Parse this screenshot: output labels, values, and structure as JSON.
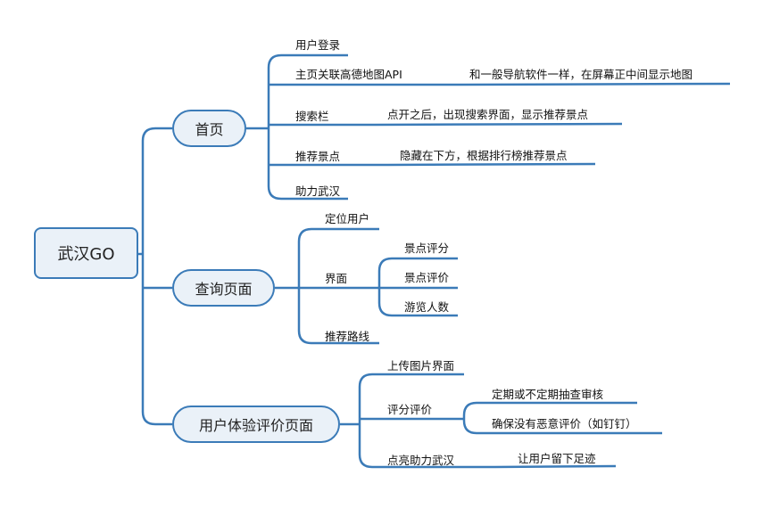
{
  "root": "武汉GO",
  "branches": {
    "home": {
      "label": "首页",
      "children": {
        "login": "用户登录",
        "map": "主页关联高德地图API",
        "map_note": "和一般导航软件一样，在屏幕正中间显示地图",
        "search": "搜索栏",
        "search_note": "点开之后，出现搜索界面，显示推荐景点",
        "recommend": "推荐景点",
        "recommend_note": "隐藏在下方，根据排行榜推荐景点",
        "help": "助力武汉"
      }
    },
    "query": {
      "label": "查询页面",
      "children": {
        "locate": "定位用户",
        "ui": "界面",
        "ui_children": [
          "景点评分",
          "景点评价",
          "游览人数"
        ],
        "route": "推荐路线"
      }
    },
    "review": {
      "label": "用户体验评价页面",
      "children": {
        "upload": "上传图片界面",
        "rating": "评分评价",
        "rating_children": [
          "定期或不定期抽查审核",
          "确保没有恶意评价（如钉钉）"
        ],
        "light": "点亮助力武汉",
        "light_note": "让用户留下足迹"
      }
    }
  },
  "colors": {
    "line": "#3b7bb8",
    "node_fill": "#eaf1f8"
  }
}
